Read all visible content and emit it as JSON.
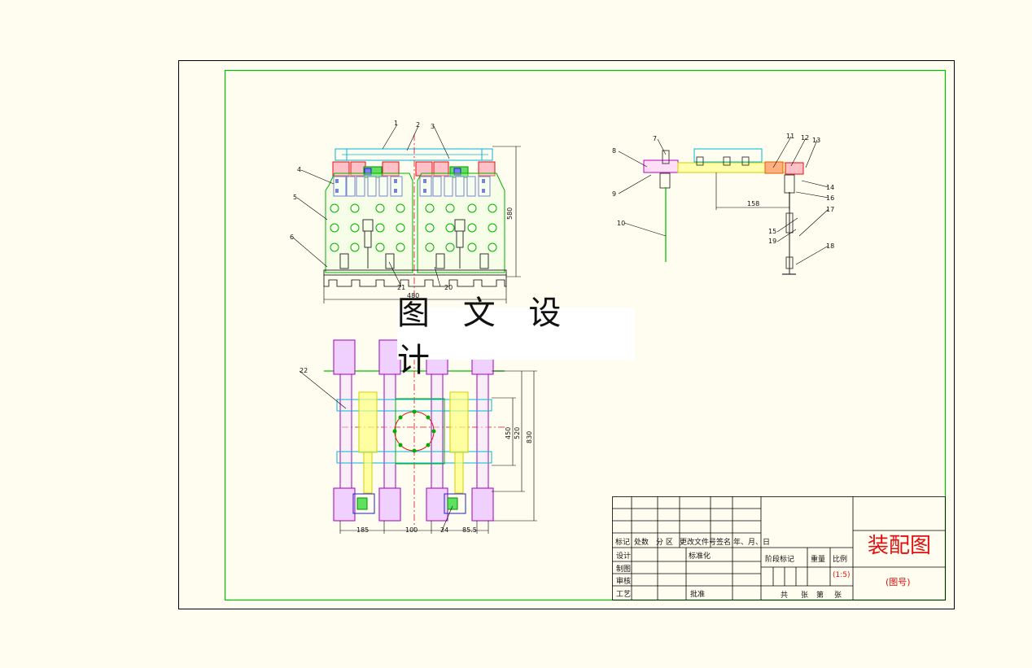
{
  "watermark": "图 文 设 计",
  "title_block": {
    "drawing_name": "装配图",
    "drawing_number": "(图号)",
    "scale_value": "(1:5)",
    "rev_headers": [
      "标记",
      "处数",
      "分 区",
      "更改文件号",
      "签名",
      "年、月、日"
    ],
    "roles": [
      "设计",
      "制图",
      "审核",
      "工艺"
    ],
    "standardization": "标准化",
    "approval": "批准",
    "stage_mark": "阶段标记",
    "weight": "重量",
    "scale_label": "比例",
    "sheet_total": "共",
    "sheet_unit_1": "张",
    "sheet_current": "第",
    "sheet_unit_2": "张"
  },
  "front_view": {
    "part_labels": [
      "1",
      "2",
      "3",
      "4",
      "5",
      "6",
      "21",
      "20"
    ],
    "dimensions": {
      "height": "580",
      "width": "480"
    }
  },
  "side_view": {
    "part_labels": [
      "8",
      "7",
      "9",
      "10",
      "11",
      "12",
      "13",
      "14",
      "16",
      "15",
      "19",
      "17",
      "18"
    ],
    "dimension": "158"
  },
  "plan_view": {
    "part_labels": [
      "22",
      "24"
    ],
    "dimensions": {
      "d1": "450",
      "d2": "520",
      "d3": "830",
      "w1": "185",
      "w2": "100",
      "w3": "85.5"
    }
  },
  "colors": {
    "background": "#fffdf0",
    "frame": "#000000",
    "inner_frame": "#00c000",
    "accent": "#e01010"
  }
}
